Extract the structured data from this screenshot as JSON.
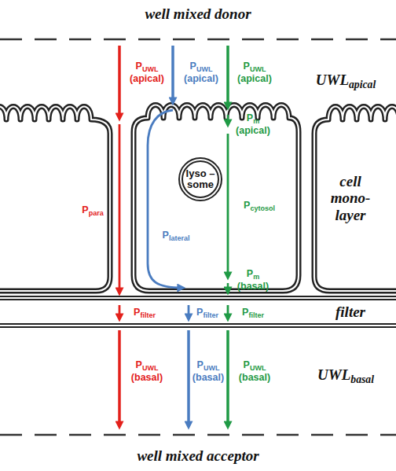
{
  "diagram": {
    "nodes": [
      {
        "text": [
          "lyso – some"
        ]
      }
    ],
    "labels": [
      "well mixed donor",
      "PUWL (apical)",
      "PUWL (apical)",
      "PUWL (apical)",
      "UWLapical",
      "Pm (apical)",
      "Ppara",
      "Plateral",
      "Pcytosol",
      "cell mono- layer",
      "Pm (basal)",
      "Pfilter",
      "Pfilter",
      "Pfilter",
      "filter",
      "PUWL (basal)",
      "PUWL (basal)",
      "PUWL (basal)",
      "UWLbasal",
      "well mixed acceptor"
    ]
  }
}
